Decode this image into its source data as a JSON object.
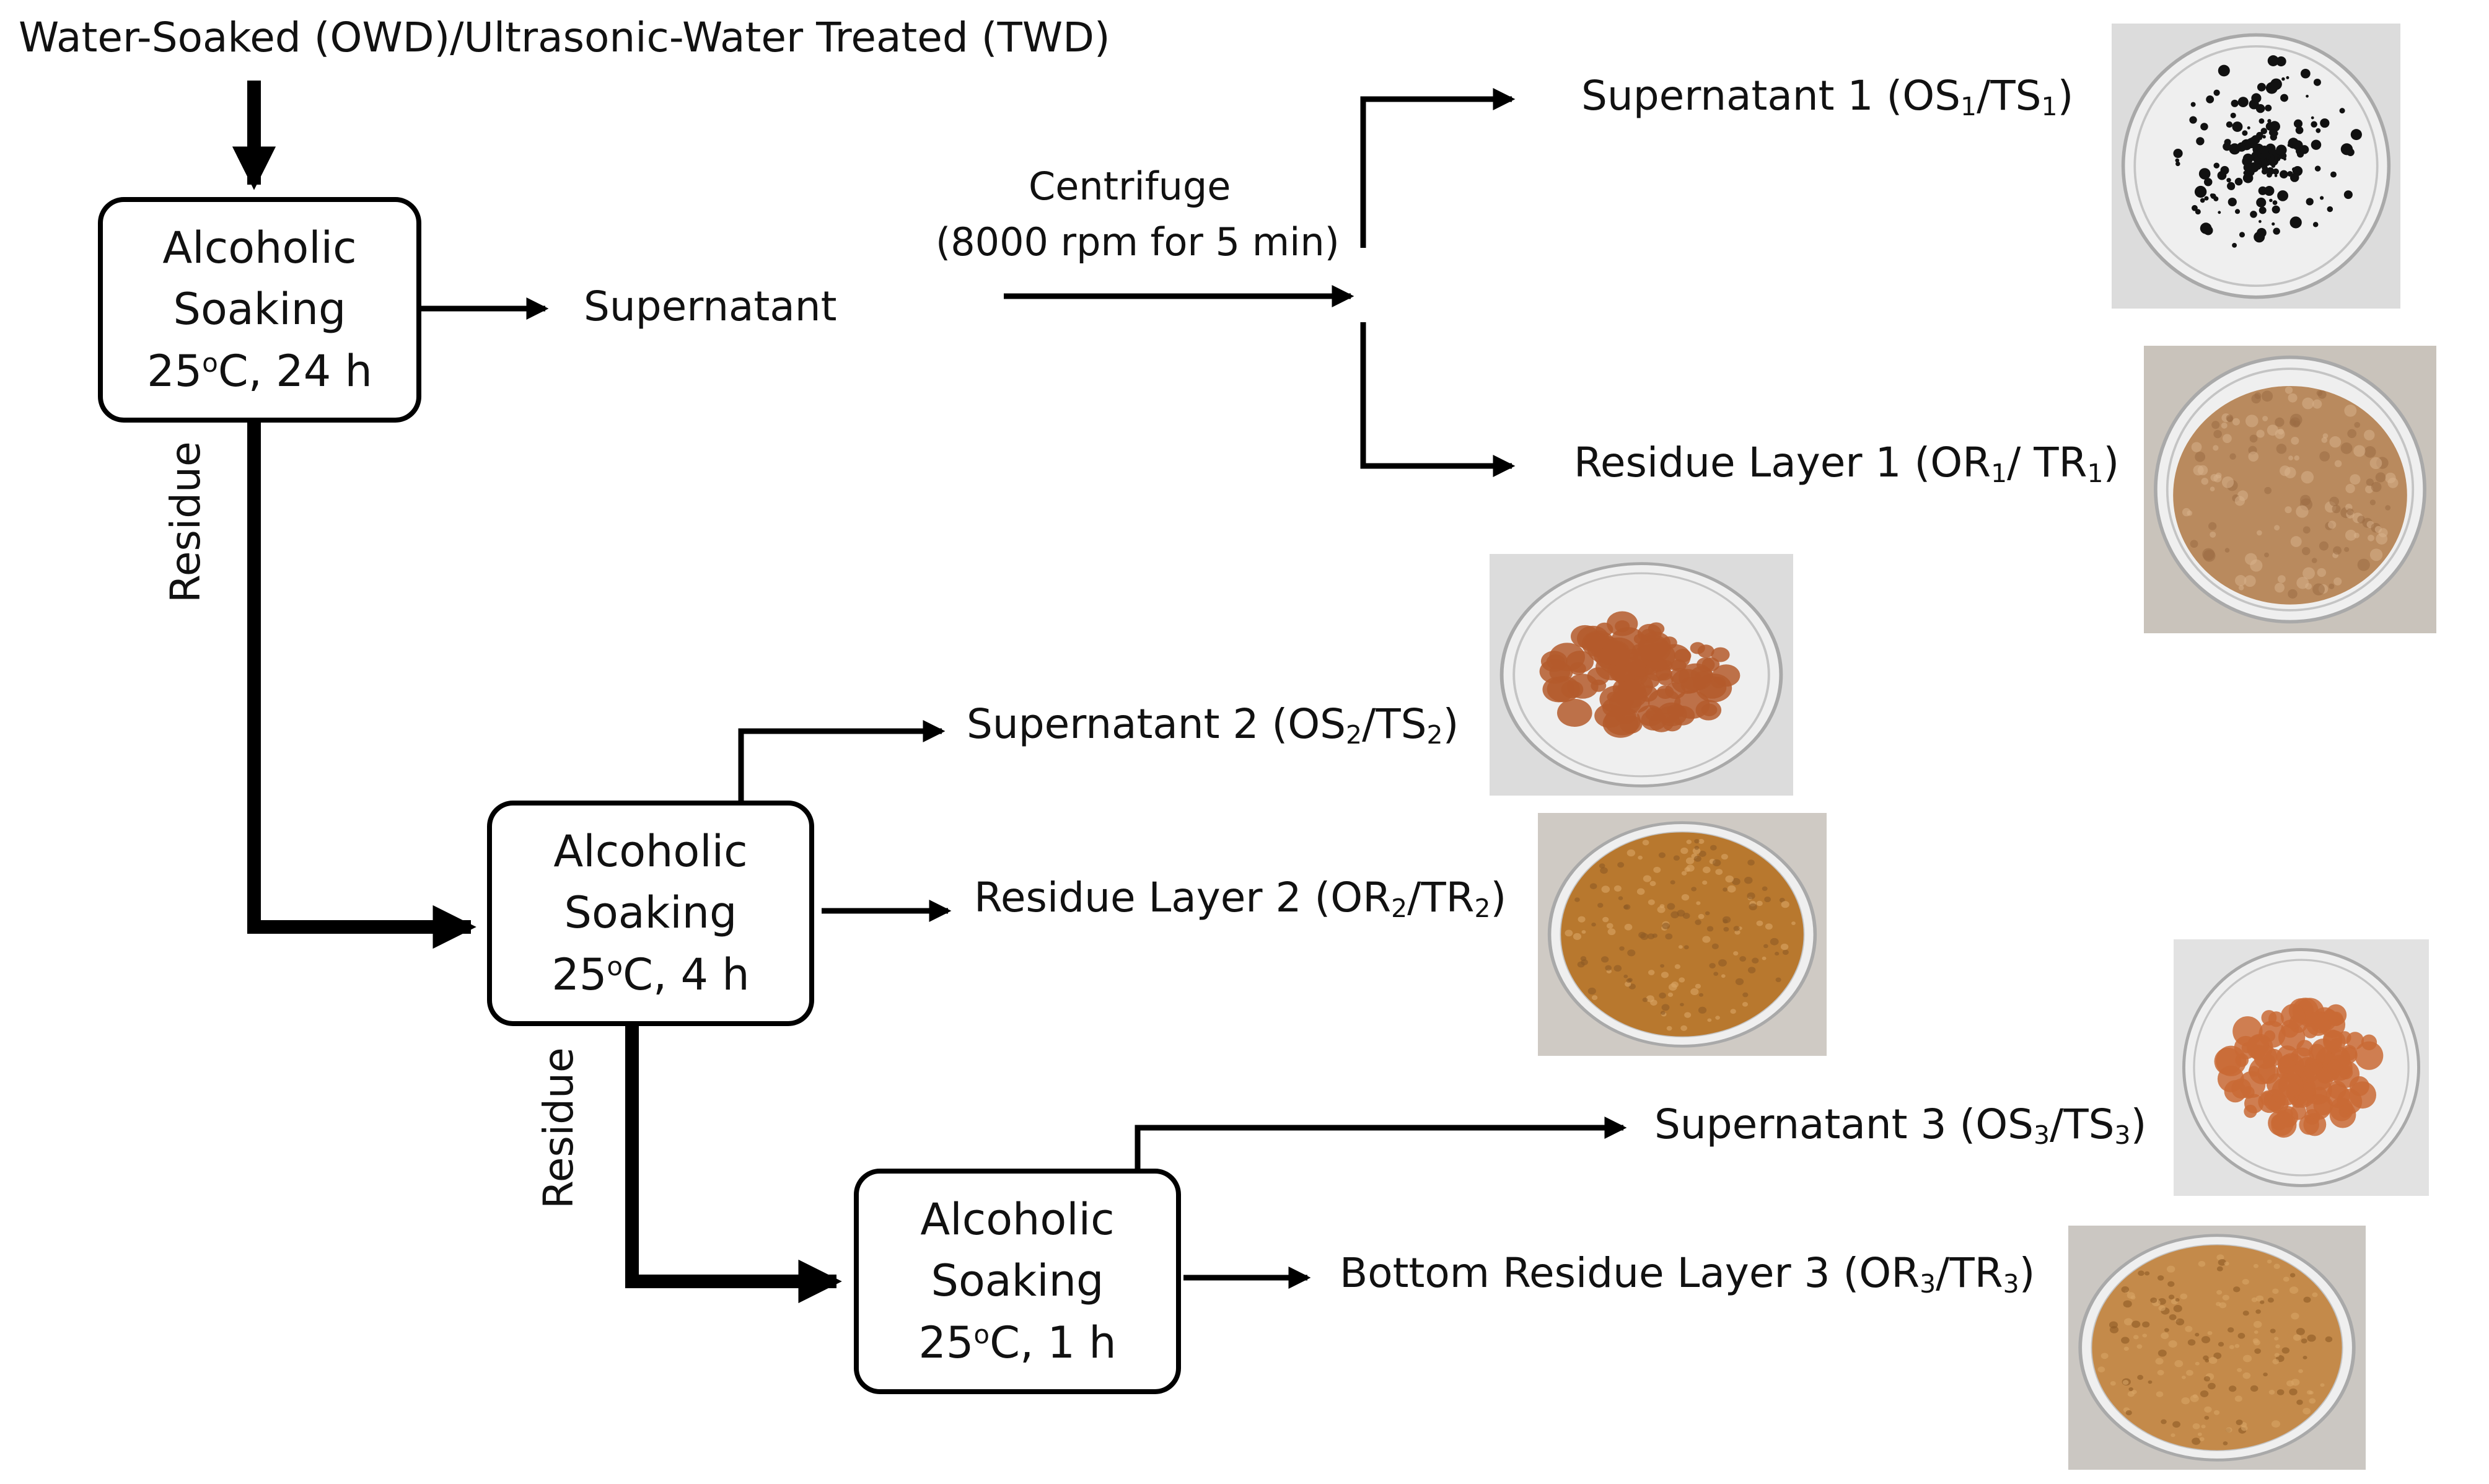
{
  "header": {
    "input": "Water-Soaked (OWD)/Ultrasonic-Water Treated (TWD)"
  },
  "stages": [
    {
      "line1": "Alcoholic",
      "line2": "Soaking",
      "temp": "25",
      "deg": "o",
      "unit": "C, 24 h"
    },
    {
      "line1": "Alcoholic",
      "line2": "Soaking",
      "temp": "25",
      "deg": "o",
      "unit": "C, 4 h"
    },
    {
      "line1": "Alcoholic",
      "line2": "Soaking",
      "temp": "25",
      "deg": "o",
      "unit": "C, 1 h"
    }
  ],
  "labels": {
    "supernatant": "Supernatant",
    "centrifuge_line1": "Centrifuge",
    "centrifuge_line2": "(8000 rpm for 5 min)",
    "residue_1": "Residue",
    "residue_2": "Residue"
  },
  "outputs": {
    "s1": {
      "pre": "Supernatant 1 (OS",
      "sub1": "1",
      "mid": "/TS",
      "sub2": "1",
      "post": ")"
    },
    "r1": {
      "pre": "Residue Layer 1 (OR",
      "sub1": "1",
      "mid": "/ TR",
      "sub2": "1",
      "post": ")"
    },
    "s2": {
      "pre": "Supernatant 2 (OS",
      "sub1": "2",
      "mid": "/TS",
      "sub2": "2",
      "post": ")"
    },
    "r2": {
      "pre": "Residue Layer 2 (OR",
      "sub1": "2",
      "mid": "/TR",
      "sub2": "2",
      "post": ")"
    },
    "s3": {
      "pre": "Supernatant 3 (OS",
      "sub1": "3",
      "mid": "/TS",
      "sub2": "3",
      "post": ")"
    },
    "r3": {
      "pre": "Bottom Residue Layer 3 (OR",
      "sub1": "3",
      "mid": "/TR",
      "sub2": "3",
      "post": ")"
    }
  },
  "photos": {
    "s1": {
      "sample": "#111111",
      "background": "#dcdcdc"
    },
    "r1": {
      "sample": "#b98a5e",
      "background": "#c9c3bb"
    },
    "s2": {
      "sample": "#b45a2c",
      "background": "#dcdcdc"
    },
    "r2": {
      "sample": "#b8782e",
      "background": "#cfcac4"
    },
    "s3": {
      "sample": "#c96a35",
      "background": "#e2e2e2"
    },
    "r3": {
      "sample": "#c48a4a",
      "background": "#cbc7c2"
    }
  }
}
